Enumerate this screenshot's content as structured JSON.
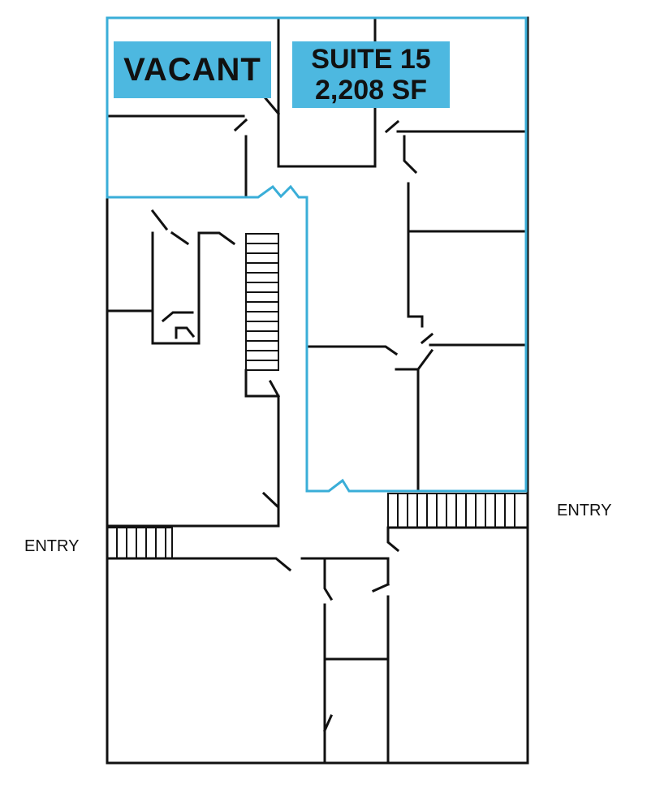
{
  "labels": {
    "vacant": "VACANT",
    "suite_name": "SUITE 15",
    "suite_area": "2,208 SF",
    "entry_left": "ENTRY",
    "entry_right": "ENTRY"
  },
  "colors": {
    "label_fill": "#4db8e0",
    "suite_outline": "#3aaed8",
    "wall": "#111111"
  }
}
